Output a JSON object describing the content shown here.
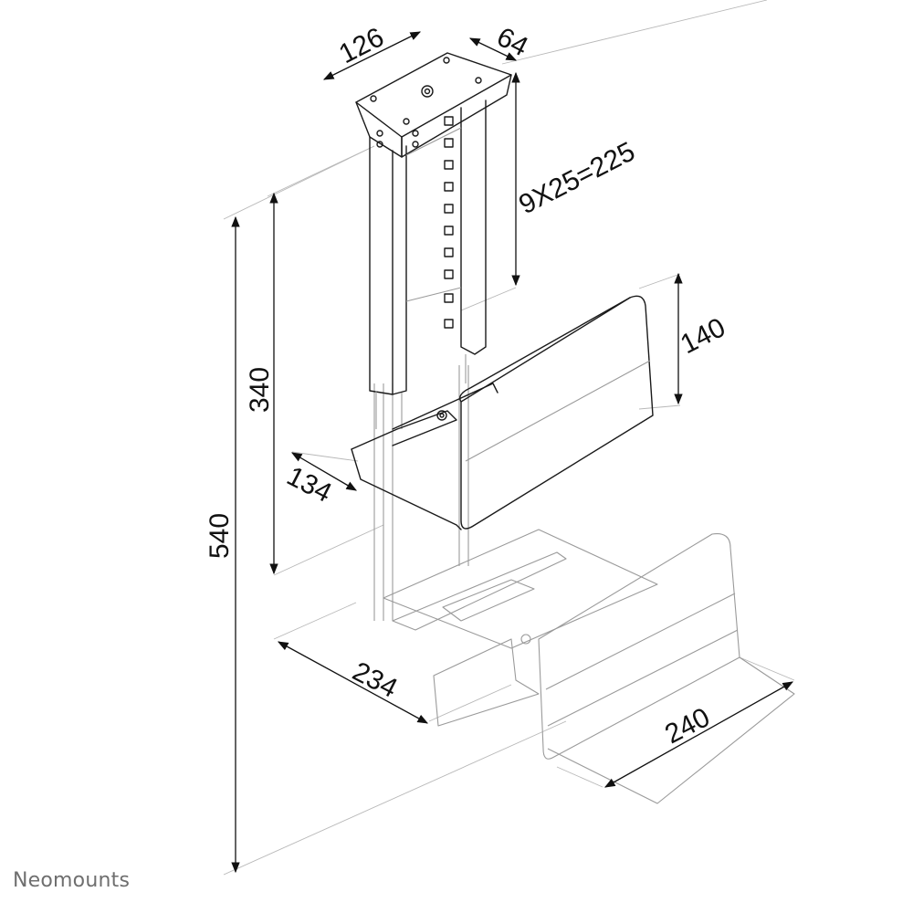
{
  "dimensions": {
    "top_width": "126",
    "top_depth": "64",
    "adjust_step": "9X25=225",
    "side_height": "140",
    "min_height": "340",
    "shelf_depth_small": "134",
    "total_height": "540",
    "base_width": "234",
    "base_depth": "240"
  },
  "brand": {
    "logo_text": "Neomounts"
  },
  "colors": {
    "line": "#1a1a1a",
    "ghost": "#9a9a9a",
    "extension": "#b8b8b8",
    "logo": "#6f6f6f"
  }
}
